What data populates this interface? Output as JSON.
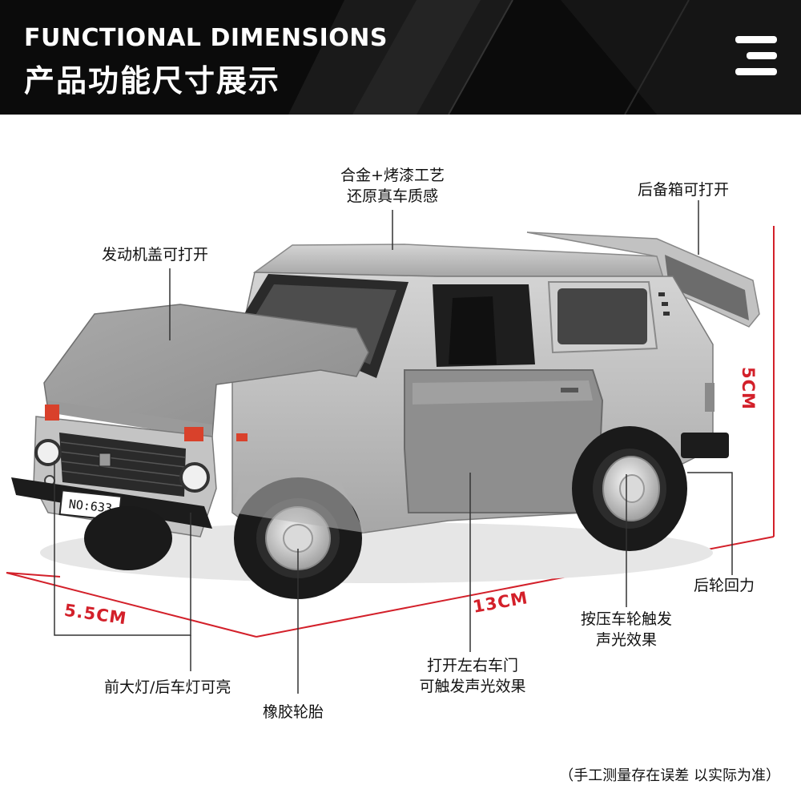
{
  "header": {
    "title_en": "FUNCTIONAL DIMENSIONS",
    "title_cn": "产品功能尺寸展示",
    "menu_icon": "menu-icon"
  },
  "car": {
    "plate": "NO:633"
  },
  "callouts": {
    "alloy_line1": "合金+烤漆工艺",
    "alloy_line2": "还原真车质感",
    "trunk": "后备箱可打开",
    "hood": "发动机盖可打开",
    "rear_wheel": "后轮回力",
    "press_line1": "按压车轮触发",
    "press_line2": "声光效果",
    "door_line1": "打开左右车门",
    "door_line2": "可触发声光效果",
    "lights": "前大灯/后车灯可亮",
    "tires": "橡胶轮胎"
  },
  "dimensions": {
    "width": "5.5CM",
    "length": "13CM",
    "height": "5CM"
  },
  "note": "（手工测量存在误差 以实际为准）",
  "colors": {
    "banner": "#0b0b0b",
    "dimension_red": "#d3202a",
    "car_silver": "#b9b9b9"
  }
}
